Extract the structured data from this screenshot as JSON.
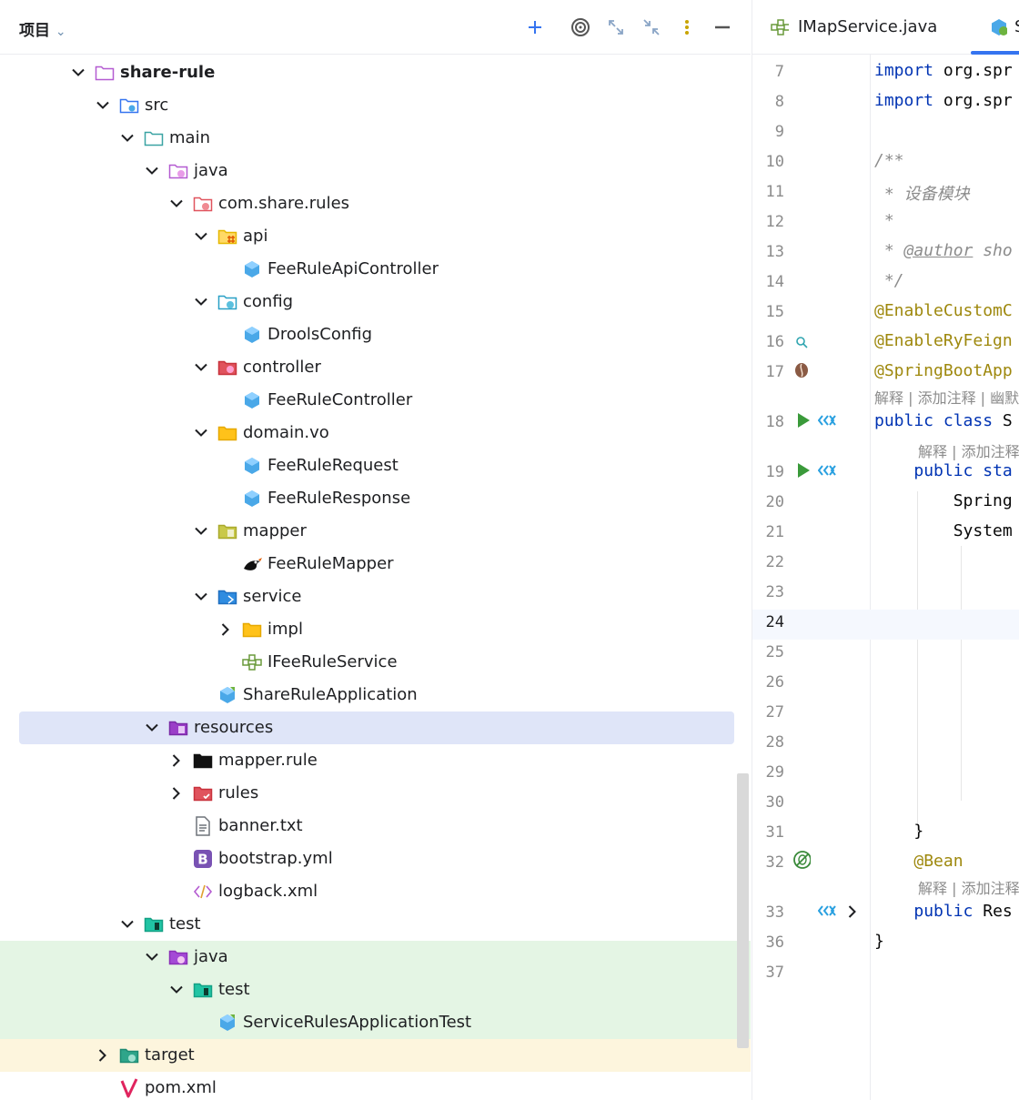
{
  "project_panel": {
    "title": "项目",
    "toolbar": [
      "add-icon",
      "target-icon",
      "expand-icon",
      "collapse-icon",
      "more-icon",
      "minimize-icon"
    ],
    "tree": [
      {
        "label": "share-rule",
        "icon": "module-folder-icon",
        "depth": 0,
        "arrow": "down",
        "bold": true
      },
      {
        "label": "src",
        "icon": "source-folder-icon",
        "depth": 1,
        "arrow": "down"
      },
      {
        "label": "main",
        "icon": "folder-icon",
        "depth": 2,
        "arrow": "down"
      },
      {
        "label": "java",
        "icon": "java-source-folder-icon",
        "depth": 3,
        "arrow": "down"
      },
      {
        "label": "com.share.rules",
        "icon": "package-icon",
        "depth": 4,
        "arrow": "down"
      },
      {
        "label": "api",
        "icon": "api-folder-icon",
        "depth": 5,
        "arrow": "down"
      },
      {
        "label": "FeeRuleApiController",
        "icon": "class-icon",
        "depth": 6,
        "arrow": "none"
      },
      {
        "label": "config",
        "icon": "config-folder-icon",
        "depth": 5,
        "arrow": "down"
      },
      {
        "label": "DroolsConfig",
        "icon": "class-icon",
        "depth": 6,
        "arrow": "none"
      },
      {
        "label": "controller",
        "icon": "controller-folder-icon",
        "depth": 5,
        "arrow": "down"
      },
      {
        "label": "FeeRuleController",
        "icon": "class-icon",
        "depth": 6,
        "arrow": "none"
      },
      {
        "label": "domain.vo",
        "icon": "folder-yellow-icon",
        "depth": 5,
        "arrow": "down"
      },
      {
        "label": "FeeRuleRequest",
        "icon": "class-icon",
        "depth": 6,
        "arrow": "none"
      },
      {
        "label": "FeeRuleResponse",
        "icon": "class-icon",
        "depth": 6,
        "arrow": "none"
      },
      {
        "label": "mapper",
        "icon": "mapper-folder-icon",
        "depth": 5,
        "arrow": "down"
      },
      {
        "label": "FeeRuleMapper",
        "icon": "mybatis-bird-icon",
        "depth": 6,
        "arrow": "none"
      },
      {
        "label": "service",
        "icon": "service-folder-icon",
        "depth": 5,
        "arrow": "down"
      },
      {
        "label": "impl",
        "icon": "folder-yellow-icon",
        "depth": 6,
        "arrow": "right"
      },
      {
        "label": "IFeeRuleService",
        "icon": "interface-icon",
        "depth": 6,
        "arrow": "none"
      },
      {
        "label": "ShareRuleApplication",
        "icon": "spring-boot-class-icon",
        "depth": 5,
        "arrow": "none"
      },
      {
        "label": "resources",
        "icon": "resources-folder-icon",
        "depth": 3,
        "arrow": "down",
        "selected": true
      },
      {
        "label": "mapper.rule",
        "icon": "folder-black-icon",
        "depth": 4,
        "arrow": "right"
      },
      {
        "label": "rules",
        "icon": "rules-folder-icon",
        "depth": 4,
        "arrow": "right"
      },
      {
        "label": "banner.txt",
        "icon": "text-file-icon",
        "depth": 4,
        "arrow": "none"
      },
      {
        "label": "bootstrap.yml",
        "icon": "bootstrap-yml-icon",
        "depth": 4,
        "arrow": "none"
      },
      {
        "label": "logback.xml",
        "icon": "xml-file-icon",
        "depth": 4,
        "arrow": "none"
      },
      {
        "label": "test",
        "icon": "test-folder-icon",
        "depth": 2,
        "arrow": "down"
      },
      {
        "label": "java",
        "icon": "java-test-folder-icon",
        "depth": 3,
        "arrow": "down",
        "highlight": "green"
      },
      {
        "label": "test",
        "icon": "test-folder-icon",
        "depth": 4,
        "arrow": "down",
        "highlight": "green"
      },
      {
        "label": "ServiceRulesApplicationTest",
        "icon": "spring-boot-class-icon",
        "depth": 5,
        "arrow": "none",
        "highlight": "green"
      },
      {
        "label": "target",
        "icon": "excluded-folder-icon",
        "depth": 1,
        "arrow": "right",
        "highlight": "yellow"
      },
      {
        "label": "pom.xml",
        "icon": "maven-icon",
        "depth": 1,
        "arrow": "none"
      }
    ]
  },
  "editor": {
    "tabs": [
      {
        "label": "IMapService.java",
        "icon": "interface-icon"
      },
      {
        "label": "S",
        "icon": "spring-boot-class-icon",
        "active": true
      }
    ],
    "lines": [
      {
        "num": "7",
        "parts": [
          {
            "t": "import",
            "c": "kw"
          },
          {
            "t": " org.spr"
          }
        ]
      },
      {
        "num": "8",
        "parts": [
          {
            "t": "import",
            "c": "kw"
          },
          {
            "t": " org.spr"
          }
        ]
      },
      {
        "num": "9",
        "parts": []
      },
      {
        "num": "10",
        "parts": [
          {
            "t": "/**",
            "c": "cmt"
          }
        ]
      },
      {
        "num": "11",
        "parts": [
          {
            "t": " * 设备模块",
            "c": "cmt"
          }
        ]
      },
      {
        "num": "12",
        "parts": [
          {
            "t": " *",
            "c": "cmt"
          }
        ]
      },
      {
        "num": "13",
        "parts": [
          {
            "t": " * ",
            "c": "cmt"
          },
          {
            "t": "@author",
            "c": "tag"
          },
          {
            "t": " sho",
            "c": "cmt"
          }
        ]
      },
      {
        "num": "14",
        "parts": [
          {
            "t": " */",
            "c": "cmt"
          }
        ]
      },
      {
        "num": "15",
        "parts": [
          {
            "t": "@EnableCustomC",
            "c": "ann"
          }
        ]
      },
      {
        "num": "16",
        "parts": [
          {
            "t": "@EnableRyFeign",
            "c": "ann"
          }
        ],
        "gutter": "search-icon"
      },
      {
        "num": "17",
        "parts": [
          {
            "t": "@SpringBootApp",
            "c": "ann"
          }
        ],
        "gutter": "bean-icon",
        "hint_after": "解释 | 添加注释 | 幽默"
      },
      {
        "num": "18",
        "parts": [
          {
            "t": "public class",
            "c": "kw"
          },
          {
            "t": " S"
          }
        ],
        "gutter": "run-icon"
      },
      {
        "num": "19",
        "parts": [
          {
            "t": "    "
          },
          {
            "t": "public",
            "c": "kw"
          },
          {
            "t": " "
          },
          {
            "t": "sta",
            "c": "kw"
          }
        ],
        "gutter": "run-icon",
        "hint_before": "解释 | 添加注释"
      },
      {
        "num": "20",
        "parts": [
          {
            "t": "        Spring"
          }
        ]
      },
      {
        "num": "21",
        "parts": [
          {
            "t": "        System"
          }
        ]
      },
      {
        "num": "22",
        "parts": []
      },
      {
        "num": "23",
        "parts": []
      },
      {
        "num": "24",
        "parts": [],
        "current": true
      },
      {
        "num": "25",
        "parts": []
      },
      {
        "num": "26",
        "parts": []
      },
      {
        "num": "27",
        "parts": []
      },
      {
        "num": "28",
        "parts": []
      },
      {
        "num": "29",
        "parts": []
      },
      {
        "num": "30",
        "parts": []
      },
      {
        "num": "31",
        "parts": [
          {
            "t": "    }"
          }
        ]
      },
      {
        "num": "32",
        "parts": [
          {
            "t": "    "
          },
          {
            "t": "@Bean",
            "c": "ann"
          }
        ],
        "gutter": "no-bean-icon",
        "hint_after": "解释 | 添加注释"
      },
      {
        "num": "33",
        "parts": [
          {
            "t": "    "
          },
          {
            "t": "public",
            "c": "kw"
          },
          {
            "t": " Res"
          }
        ],
        "gutter": "implements-fold-icon"
      },
      {
        "num": "36",
        "parts": [
          {
            "t": "}"
          }
        ]
      },
      {
        "num": "37",
        "parts": []
      }
    ]
  },
  "colors": {
    "selected_bg": "#dfe5f8",
    "test_bg": "#e4f5e4",
    "excluded_bg": "#fdf5dd",
    "keyword": "#0033b3",
    "annotation": "#9e880d",
    "comment": "#8c8c8c",
    "accent": "#3574f0"
  }
}
